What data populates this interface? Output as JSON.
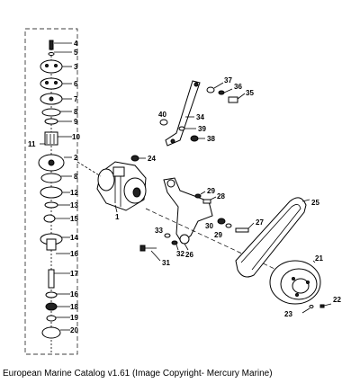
{
  "caption": "European Marine Catalog v1.61 (Image Copyright- Mercury Marine)",
  "callouts": {
    "c4": "4",
    "c5": "5",
    "c3": "3",
    "c6": "6",
    "c7": "7",
    "c8": "8",
    "c9": "9",
    "c10": "10",
    "c11": "11",
    "c2": "2",
    "c8b": "8",
    "c12": "12",
    "c13": "13",
    "c15": "15",
    "c14": "14",
    "c16": "16",
    "c17": "17",
    "c16b": "16",
    "c18": "18",
    "c19": "19",
    "c20": "20",
    "c1": "1",
    "c24": "24",
    "c37": "37",
    "c36": "36",
    "c35": "35",
    "c40": "40",
    "c34": "34",
    "c39": "39",
    "c38": "38",
    "c29": "29",
    "c28": "28",
    "c30": "30",
    "c29b": "29",
    "c27": "27",
    "c25": "25",
    "c33": "33",
    "c32": "32",
    "c26": "26",
    "c31": "31",
    "c21": "21",
    "c22": "22",
    "c23": "23"
  }
}
